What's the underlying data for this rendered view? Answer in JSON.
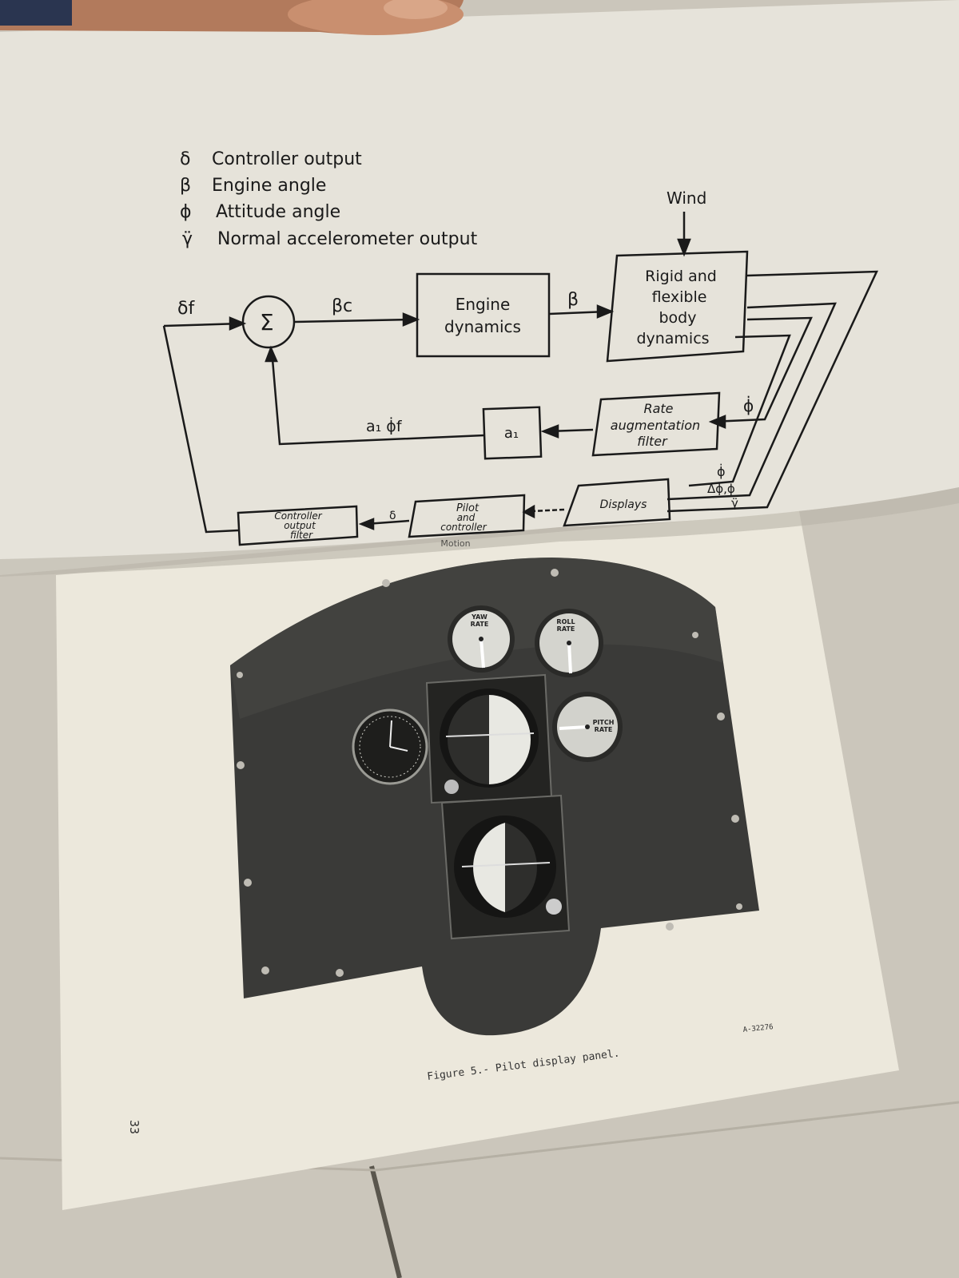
{
  "legend": [
    {
      "symbol": "δ",
      "text": "Controller output"
    },
    {
      "symbol": "β",
      "text": "Engine angle"
    },
    {
      "symbol": "ϕ",
      "text": "Attitude angle"
    },
    {
      "symbol": "γ̈",
      "text": "Normal accelerometer output"
    }
  ],
  "diagram": {
    "wind": "Wind",
    "sum_symbol": "Σ",
    "delta_f": "δf",
    "beta_c": "βc",
    "beta": "β",
    "engine_dynamics": [
      "Engine",
      "dynamics"
    ],
    "rigid_body": [
      "Rigid and",
      "flexible",
      "body",
      "dynamics"
    ],
    "rate_filter": [
      "Rate",
      "augmentation",
      "filter"
    ],
    "phi_dot": "ϕ̇",
    "a1_box": "a₁",
    "a1_phidot_f": "a₁ ϕ̇f",
    "displays": "Displays",
    "displays_in_1": "ϕ̇",
    "displays_in_2": "Δϕ,ϕ",
    "displays_in_3": "γ̈",
    "pilot": [
      "Pilot",
      "and",
      "controller"
    ],
    "delta": "δ",
    "controller_filter": [
      "Controller",
      "output",
      "filter"
    ],
    "bottom_cut": "Motion"
  },
  "panel": {
    "yaw_gauge": [
      "YAW",
      "RATE"
    ],
    "roll_gauge": [
      "ROLL",
      "RATE"
    ],
    "pitch_gauge": [
      "PITCH",
      "RATE"
    ]
  },
  "photo_ref": "A-32276",
  "caption": "Figure 5.- Pilot display panel.",
  "page_number": "33"
}
